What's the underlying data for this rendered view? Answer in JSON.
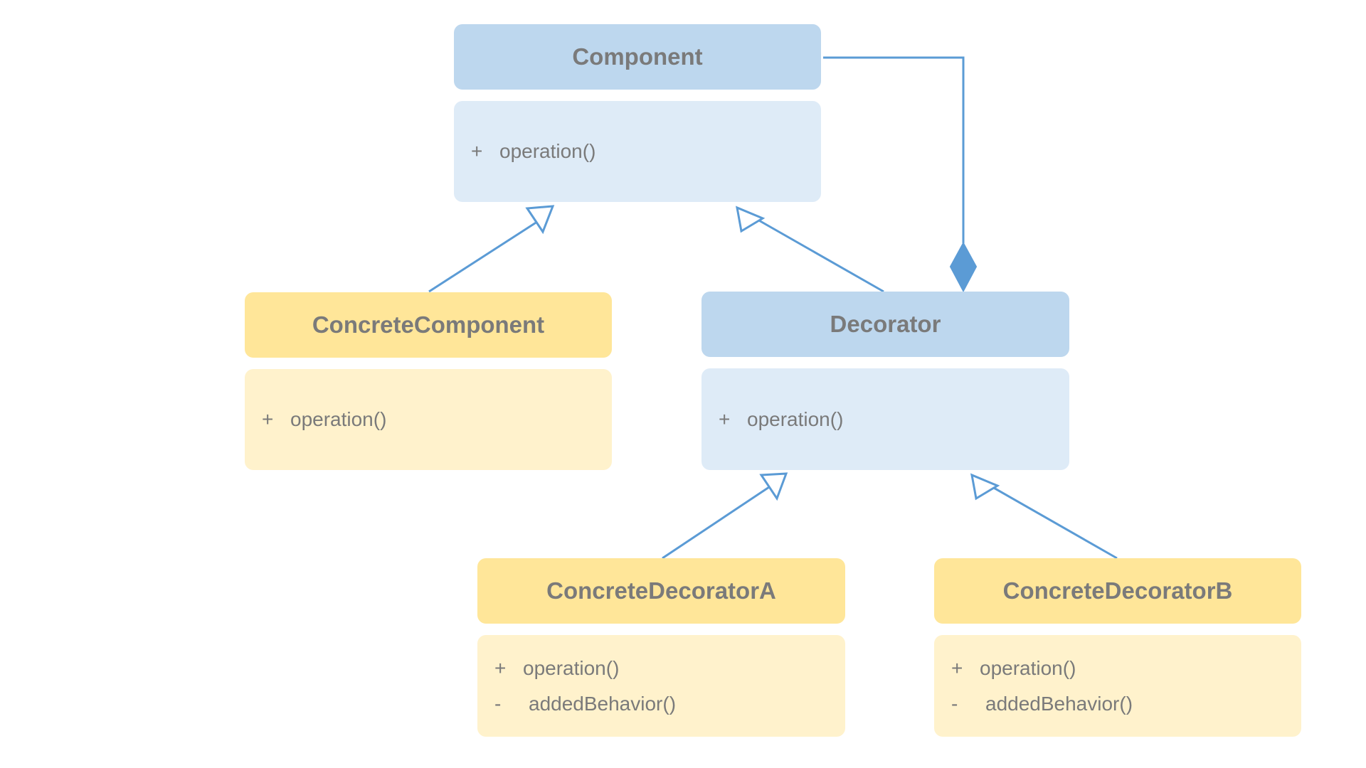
{
  "classes": {
    "component": {
      "name": "Component",
      "members": [
        {
          "visibility": "+",
          "name": "operation()"
        }
      ]
    },
    "concrete_component": {
      "name": "ConcreteComponent",
      "members": [
        {
          "visibility": "+",
          "name": "operation()"
        }
      ]
    },
    "decorator": {
      "name": "Decorator",
      "members": [
        {
          "visibility": "+",
          "name": "operation()"
        }
      ]
    },
    "concrete_decorator_a": {
      "name": "ConcreteDecoratorA",
      "members": [
        {
          "visibility": "+",
          "name": "operation()"
        },
        {
          "visibility": "-",
          "name": "addedBehavior()"
        }
      ]
    },
    "concrete_decorator_b": {
      "name": "ConcreteDecoratorB",
      "members": [
        {
          "visibility": "+",
          "name": "operation()"
        },
        {
          "visibility": "-",
          "name": "addedBehavior()"
        }
      ]
    }
  },
  "relations": [
    {
      "type": "generalization",
      "from": "ConcreteComponent",
      "to": "Component"
    },
    {
      "type": "generalization",
      "from": "Decorator",
      "to": "Component"
    },
    {
      "type": "composition",
      "from": "Decorator",
      "to": "Component"
    },
    {
      "type": "generalization",
      "from": "ConcreteDecoratorA",
      "to": "Decorator"
    },
    {
      "type": "generalization",
      "from": "ConcreteDecoratorB",
      "to": "Decorator"
    }
  ],
  "colors": {
    "abstract_header": "#bdd7ee",
    "abstract_body": "#deebf7",
    "concrete_header": "#ffe699",
    "concrete_body": "#fff2cc",
    "connector": "#5b9bd5",
    "text": "#7a7a7a"
  }
}
